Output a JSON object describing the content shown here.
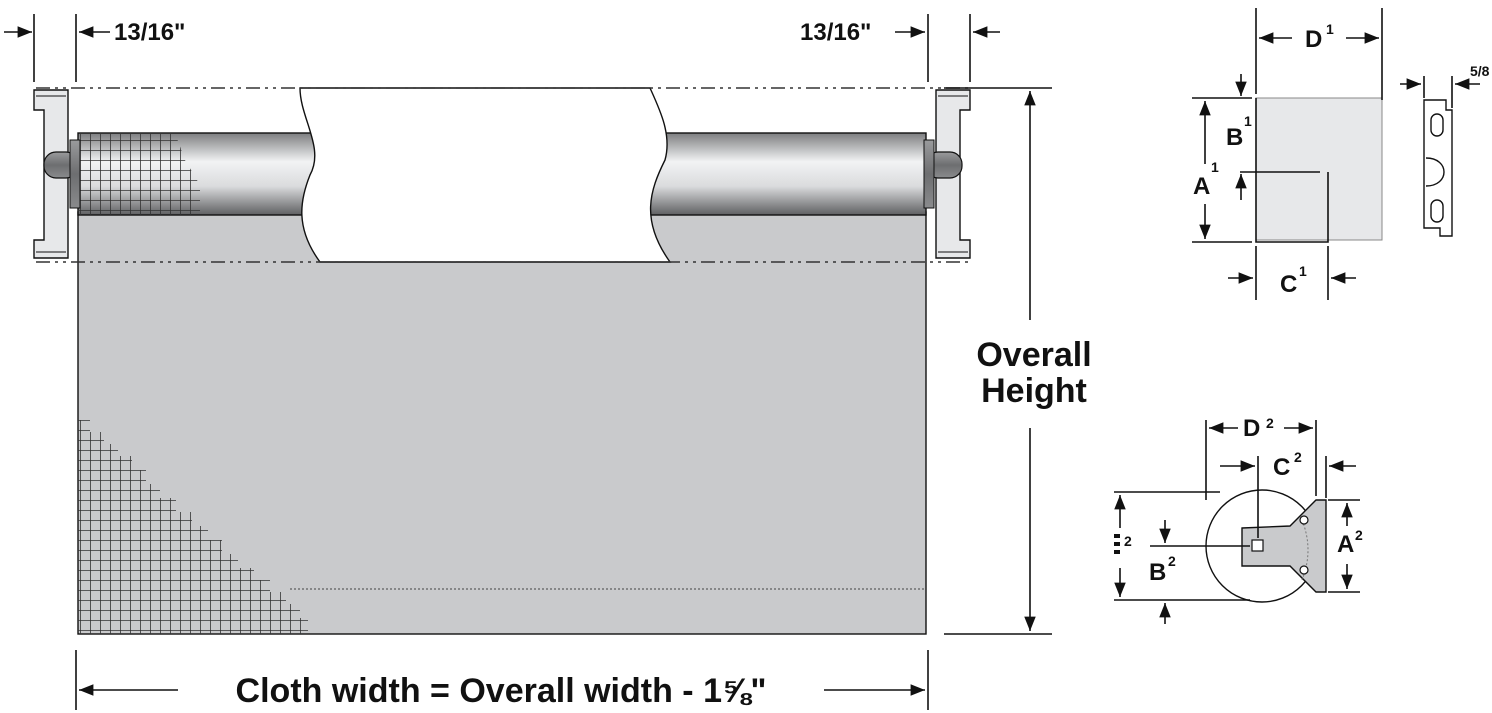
{
  "labels": {
    "left_margin": "13/16\"",
    "right_margin": "13/16\"",
    "overall_height_line1": "Overall",
    "overall_height_line2": "Height",
    "cloth_width_formula": "Cloth width = Overall width - 1⅝\"",
    "side_clearance": "5/8"
  },
  "bracket1": {
    "a": "A",
    "b": "B",
    "c": "C",
    "d": "D",
    "superscript": "1"
  },
  "bracket2": {
    "a": "A",
    "b": "B",
    "c": "C",
    "d": "D",
    "superscript": "2",
    "left_dim_superscript": "2"
  },
  "colors": {
    "fabric": "#c9cacc",
    "mesh": "#333333",
    "tube_dark": "#6d6e70",
    "tube_light": "#e8e9eb",
    "bracket_fill": "#e7e8ea",
    "outline": "#111111"
  },
  "icons": {
    "arrow": "arrow-icon"
  }
}
